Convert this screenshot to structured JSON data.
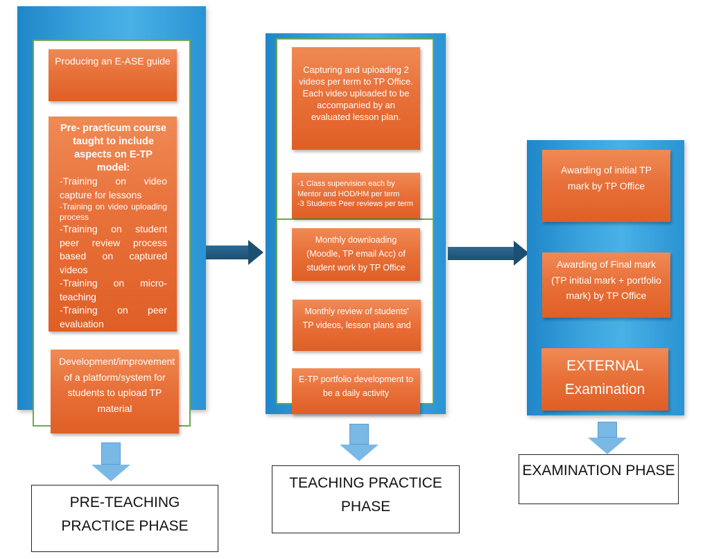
{
  "pre_teaching": {
    "box1": "Producing an E-ASE guide",
    "box2": {
      "title": "Pre- practicum course taught to include aspects on E-TP model:",
      "bullets": [
        "-Training on video capture for lessons",
        "-Training on video uploading process",
        "-Training on student peer review process based on captured videos",
        "-Training on micro-teaching",
        "-Training on peer evaluation"
      ]
    },
    "box3": "Development/improvement of a platform/system for students to upload TP material",
    "phase_label": "PRE-TEACHING PRACTICE PHASE"
  },
  "teaching": {
    "box1_lines": [
      "Capturing and uploading 2 videos per term to TP Office.",
      "Each video uploaded to be accompanied by an evaluated lesson plan."
    ],
    "box2_lines": [
      "-1 Class supervision each by Mentor and HOD/HM per term",
      "-3 Students Peer reviews per term"
    ],
    "box3": "Monthly downloading (Moodle, TP email Acc) of student work by TP Office",
    "box4": "Monthly review of students' TP videos, lesson plans and",
    "box5": "E-TP portfolio development to be a daily activity",
    "phase_label": "TEACHING PRACTICE PHASE"
  },
  "examination": {
    "box1": "Awarding of initial TP mark by TP Office",
    "box2": "Awarding of Final mark (TP initial mark + portfolio mark) by TP Office",
    "box3": "EXTERNAL Examination",
    "phase_label": "EXAMINATION PHASE"
  },
  "colors": {
    "panel_blue": "#2a93d3",
    "box_orange": "#e8713a",
    "frame_green": "#6aa84f",
    "arrow_dark": "#1d4f73",
    "arrow_light": "#7ab8e6"
  }
}
